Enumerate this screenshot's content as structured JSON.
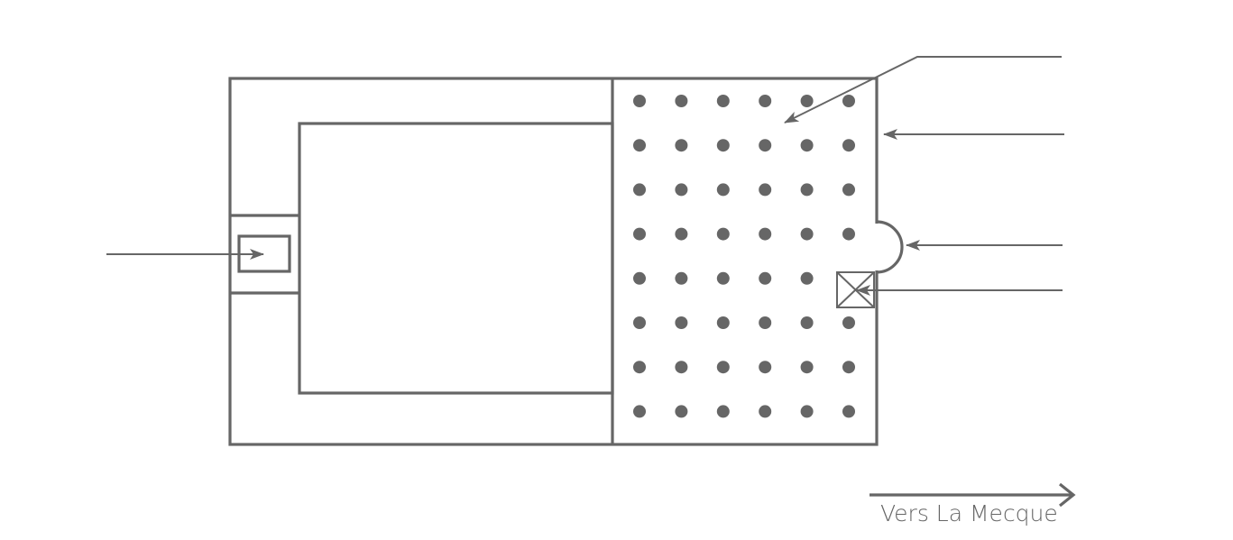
{
  "direction_label": "Vers La Mecque",
  "colors": {
    "line": "#666666",
    "background": "#ffffff"
  },
  "columns": {
    "rows": 8,
    "cols": 6,
    "count": 47
  }
}
